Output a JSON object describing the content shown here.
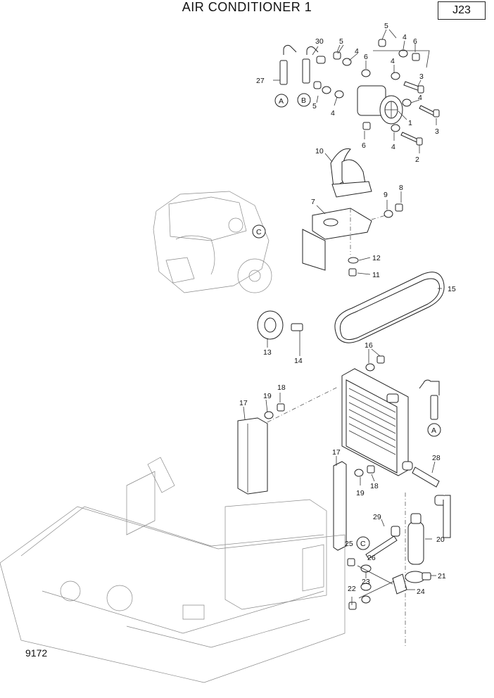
{
  "header": {
    "title": "AIR CONDITIONER 1",
    "page_code": "J23"
  },
  "footer": {
    "drawing_number": "9172"
  },
  "callouts": {
    "p1": "1",
    "p2": "2",
    "p3a": "3",
    "p3b": "3",
    "p4a": "4",
    "p4b": "4",
    "p4c": "4",
    "p4d": "4",
    "p4e": "4",
    "p4f": "4",
    "p5a": "5",
    "p5b": "5",
    "p5c": "5",
    "p6a": "6",
    "p6b": "6",
    "p6c": "6",
    "p7": "7",
    "p8": "8",
    "p9": "9",
    "p10": "10",
    "p11": "11",
    "p12": "12",
    "p13": "13",
    "p14": "14",
    "p15": "15",
    "p16": "16",
    "p17a": "17",
    "p17b": "17",
    "p18a": "18",
    "p18b": "18",
    "p19a": "19",
    "p19b": "19",
    "p20": "20",
    "p21": "21",
    "p22": "22",
    "p23": "23",
    "p24": "24",
    "p25": "25",
    "p26": "26",
    "p27": "27",
    "p28": "28",
    "p29": "29",
    "p30": "30"
  },
  "refs": {
    "A1": "A",
    "A2": "A",
    "B": "B",
    "C1": "C",
    "C2": "C"
  }
}
